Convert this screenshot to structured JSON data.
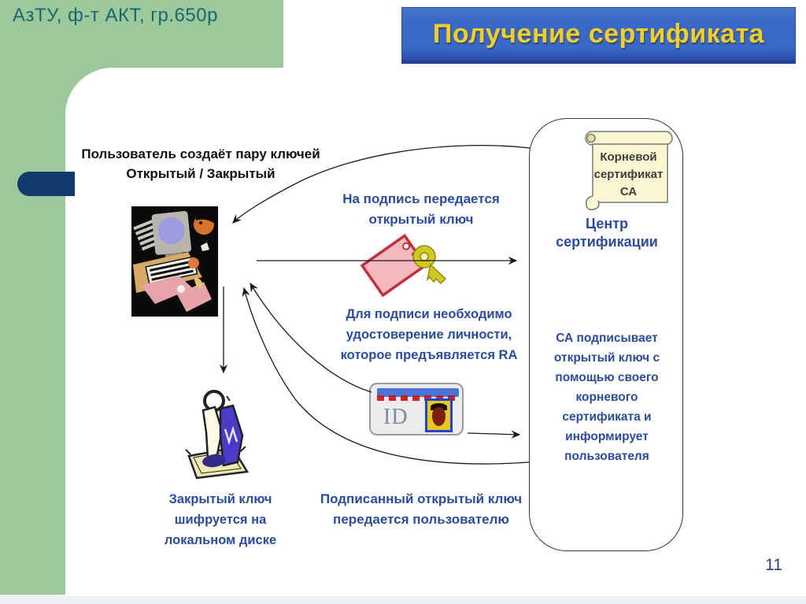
{
  "slide": {
    "header": "АзТУ, ф-т АКТ, гр.650р",
    "title": "Получение сертификата",
    "page_number": "11"
  },
  "diagram": {
    "user_caption": {
      "line1": "Пользователь создаёт пару ключей",
      "line2": "Открытый / Закрытый"
    },
    "public_key_caption": {
      "line1": "На подпись передается",
      "line2": "открытый ключ"
    },
    "identity_caption": {
      "line1": "Для подписи необходимо",
      "line2": "удостоверение личности,",
      "line3": "которое предъявляется RA"
    },
    "id_card": {
      "label": "ID"
    },
    "private_key_caption": {
      "line1": "Закрытый ключ",
      "line2": "шифруется на",
      "line3": "локальном диске"
    },
    "signed_key_caption": {
      "line1": "Подписанный открытый ключ",
      "line2": "передается пользователю"
    },
    "ca_panel": {
      "scroll_caption": {
        "line1": "Корневой",
        "line2": "сертификат",
        "line3": "СА"
      },
      "title": {
        "line1": "Центр",
        "line2": "сертификации"
      },
      "description": {
        "line1": "СА подписывает",
        "line2": "открытый ключ с",
        "line3": "помощью своего",
        "line4": "корневого",
        "line5": "сертификата и",
        "line6": "информирует",
        "line7": "пользователя"
      }
    }
  },
  "colors": {
    "green": "#9cc89c",
    "navy_pill": "#133a6d",
    "title_bg": "#3968c9",
    "title_text": "#f1cf27",
    "body_blue": "#2b4b9c",
    "header_teal": "#18696d",
    "scroll_bg": "#fbf7d2",
    "tag_pink": "#f5b8bf",
    "key_yellow": "#cfc922"
  }
}
